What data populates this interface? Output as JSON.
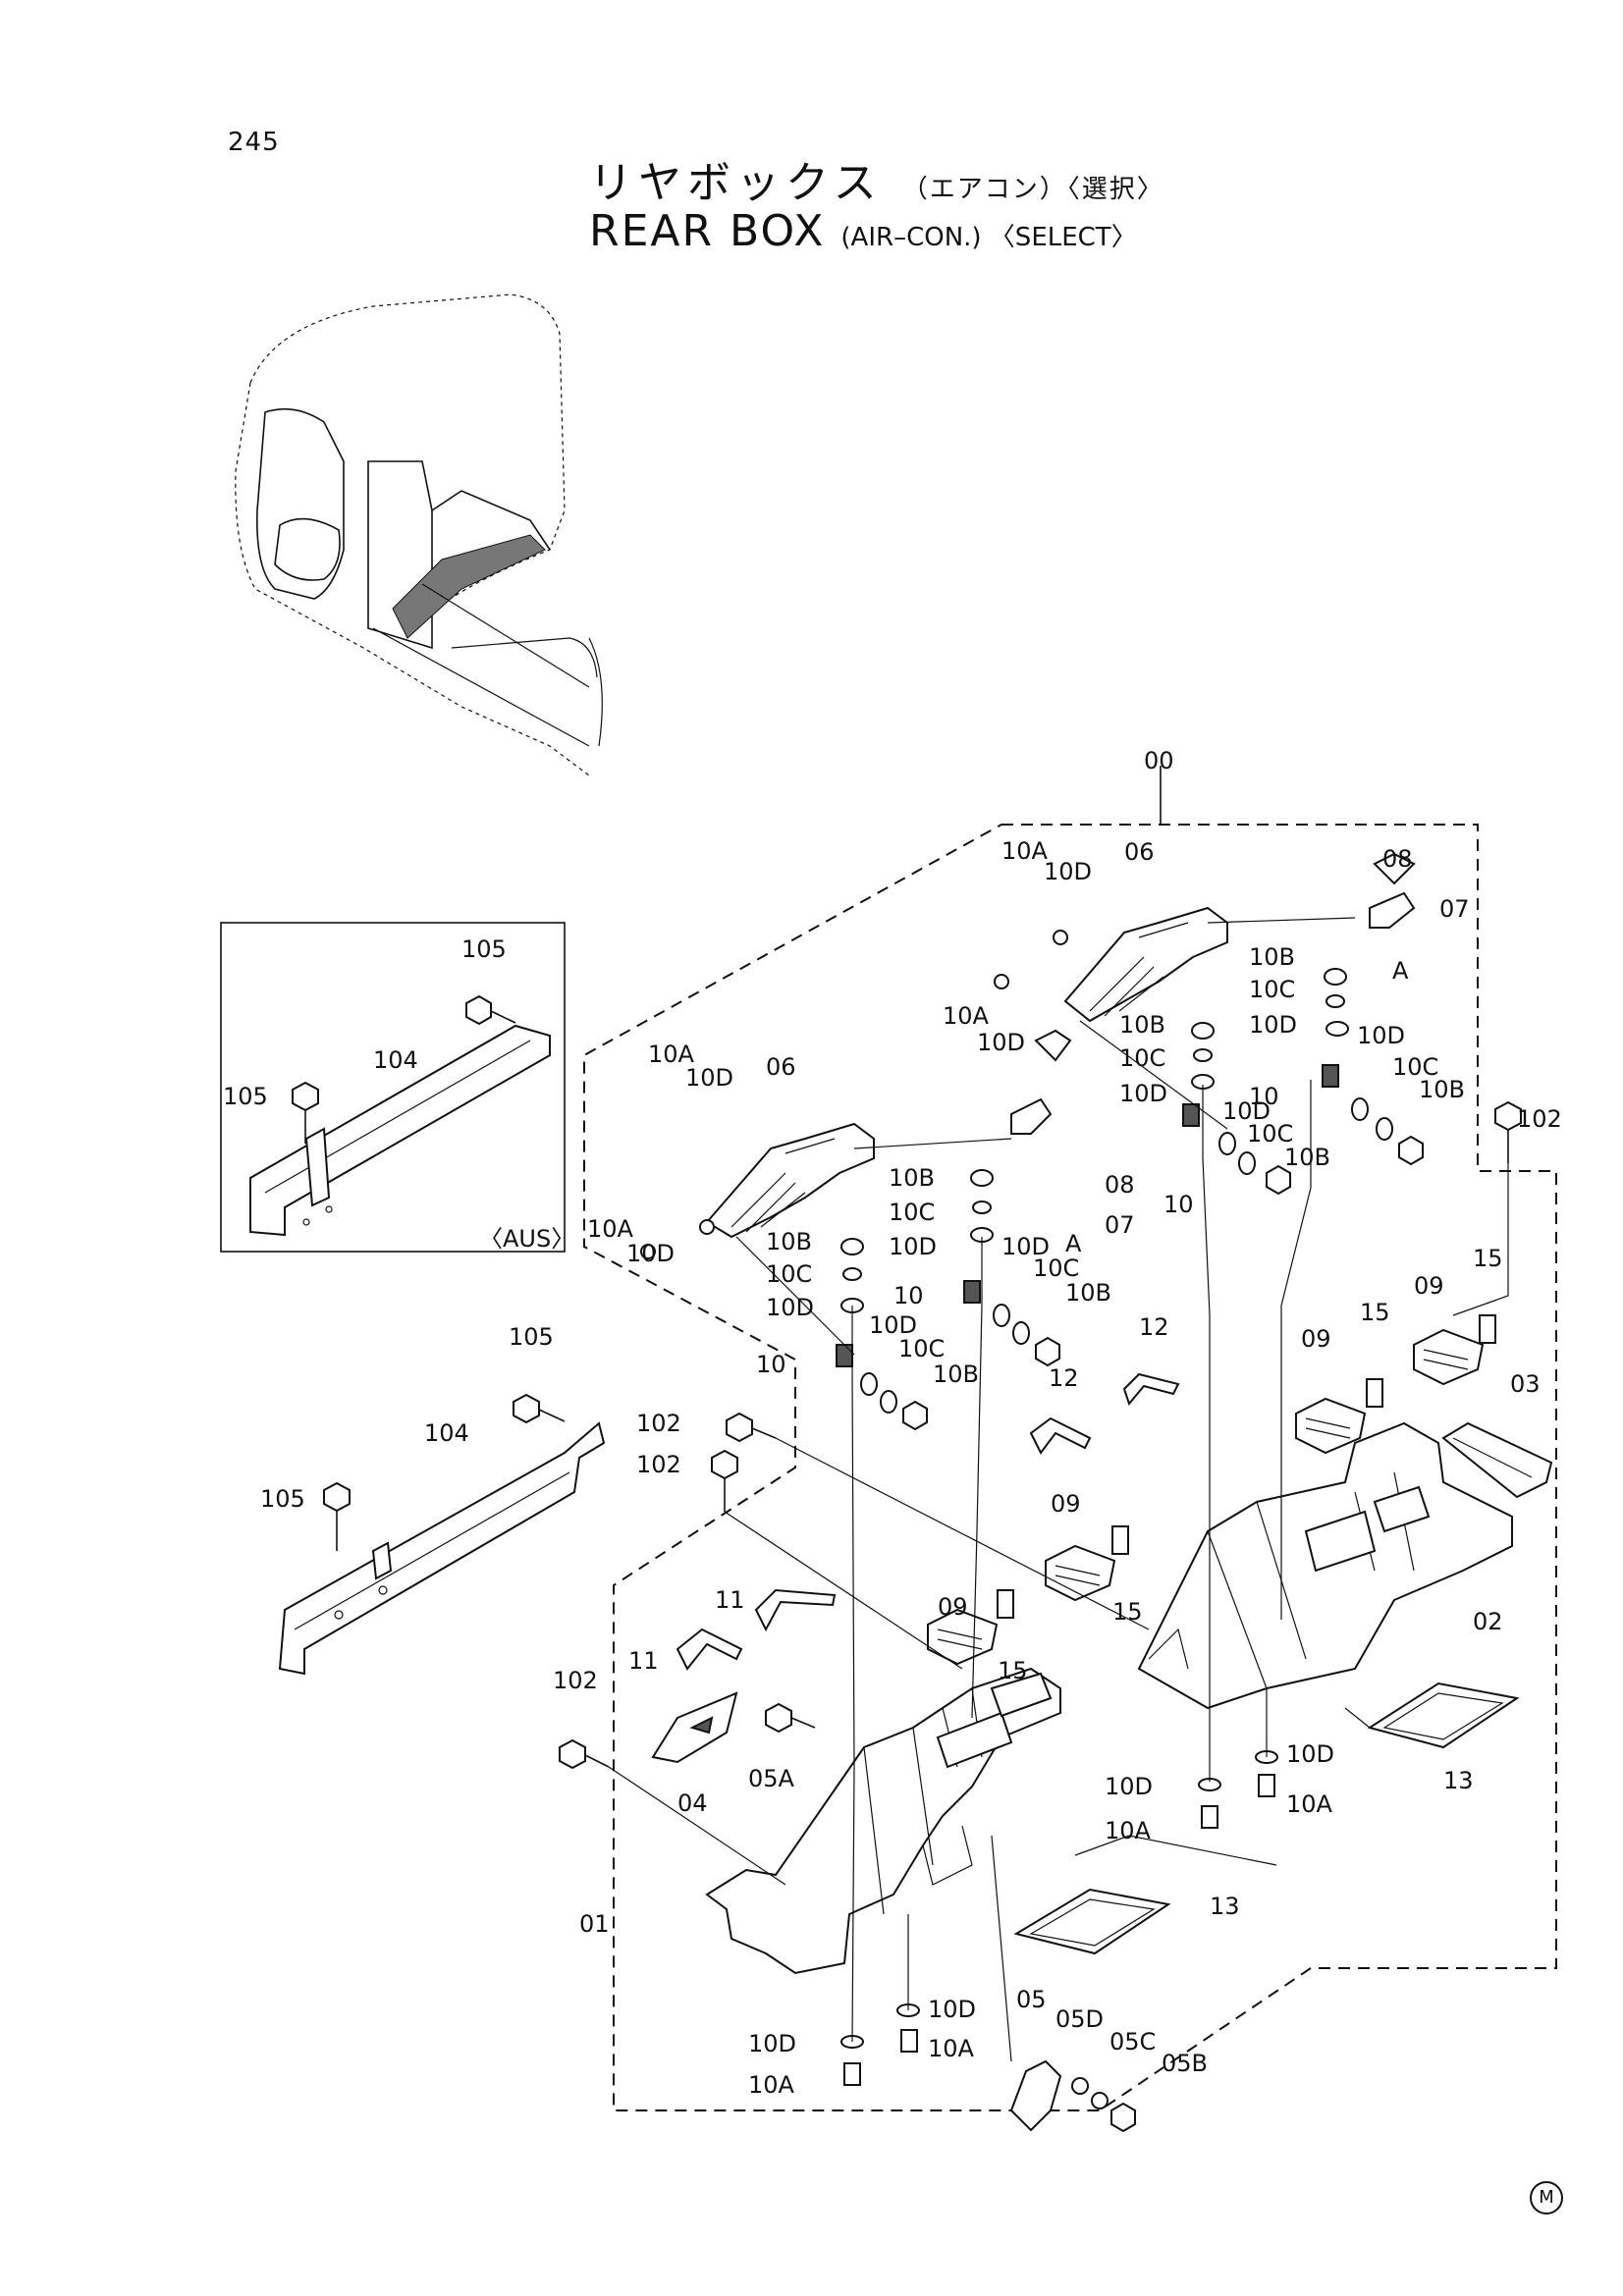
{
  "page": {
    "number": "245",
    "maker_mark": "M"
  },
  "title": {
    "ja": "リヤボックス",
    "ja_sub": "（エアコン）〈選択〉",
    "en": "REAR BOX",
    "en_sub": "(AIR–CON.) 〈SELECT〉"
  },
  "inset": {
    "variant_label": "〈AUS〉"
  },
  "labels": {
    "assembly": "00",
    "p01": "01",
    "p02": "02",
    "p03": "03",
    "p04": "04",
    "p05": "05",
    "p05A": "05A",
    "p05B": "05B",
    "p05C": "05C",
    "p05D": "05D",
    "p06": "06",
    "p07": "07",
    "p08": "08",
    "p09": "09",
    "p10": "10",
    "p10A": "10A",
    "p10B": "10B",
    "p10C": "10C",
    "p10D": "10D",
    "p11": "11",
    "p12": "12",
    "p13": "13",
    "p15": "15",
    "p102": "102",
    "p104": "104",
    "p105": "105",
    "ref_a": "A"
  }
}
